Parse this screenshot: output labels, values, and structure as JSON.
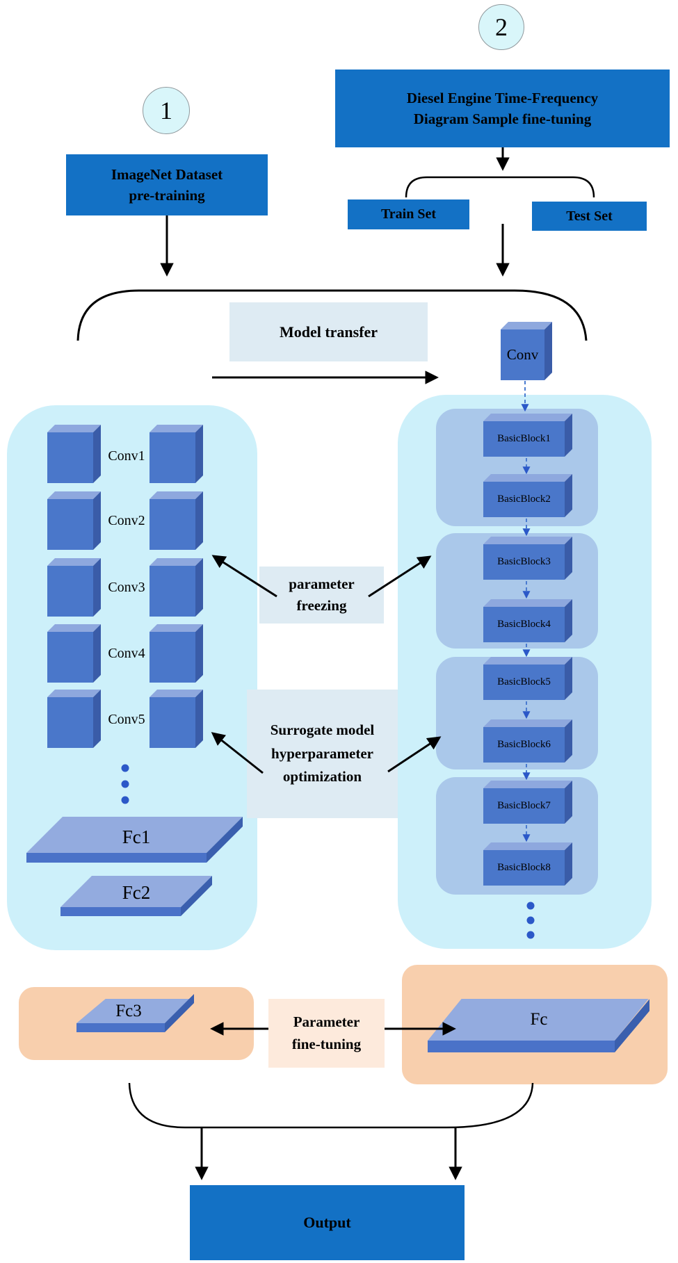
{
  "badges": {
    "one": "1",
    "two": "2"
  },
  "top": {
    "diesel_line1": "Diesel Engine Time-Frequency",
    "diesel_line2": "Diagram Sample fine-tuning",
    "imagenet_line1": "ImageNet Dataset",
    "imagenet_line2": "pre-training",
    "train_set": "Train Set",
    "test_set": "Test Set"
  },
  "transfer": {
    "model_transfer": "Model transfer",
    "conv": "Conv"
  },
  "left_panel": {
    "conv_layers": [
      "Conv1",
      "Conv2",
      "Conv3",
      "Conv4",
      "Conv5"
    ],
    "fc1": "Fc1",
    "fc2": "Fc2"
  },
  "right_panel": {
    "basic_blocks": [
      "BasicBlock1",
      "BasicBlock2",
      "BasicBlock3",
      "BasicBlock4",
      "BasicBlock5",
      "BasicBlock6",
      "BasicBlock7",
      "BasicBlock8"
    ]
  },
  "middle": {
    "freezing_line1": "parameter",
    "freezing_line2": "freezing",
    "surrogate_line1": "Surrogate model",
    "surrogate_line2": "hyperparameter",
    "surrogate_line3": "optimization"
  },
  "bottom": {
    "fc3": "Fc3",
    "fc": "Fc",
    "finetune_line1": "Parameter",
    "finetune_line2": "fine-tuning",
    "output": "Output"
  },
  "colors": {
    "blue_box": "#1371c5",
    "panel_cyan": "#cdf0fa",
    "group_blue": "#aac8ea",
    "face": "#4a77ca",
    "face_top": "#8ea8de",
    "face_side": "#3a5ca8",
    "light_blue_box": "#deebf3",
    "orange_panel": "#f8cfad",
    "orange_light": "#fdeadc",
    "dot_blue": "#2b58c8",
    "slab_top": "#93abdf",
    "slab_front": "#4a72c8",
    "slab_side": "#3a5fae",
    "circle_fill": "#d9f6fa",
    "circle_border": "#8f989c"
  }
}
